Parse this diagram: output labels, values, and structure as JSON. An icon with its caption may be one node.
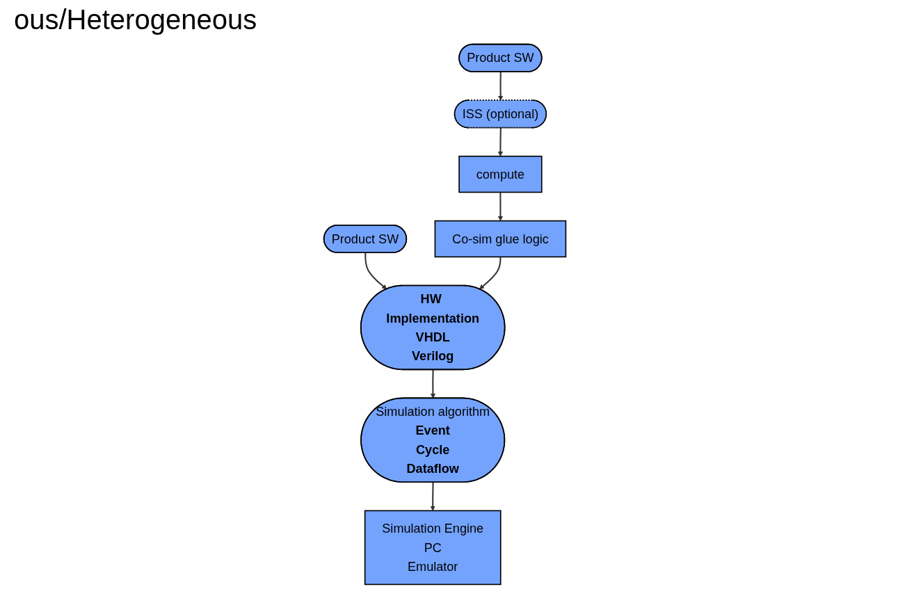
{
  "diagram": {
    "title": "ous/Heterogeneous",
    "nodes": [
      {
        "text": [
          "Product SW"
        ]
      },
      {
        "text": [
          "ISS (optional)"
        ]
      },
      {
        "text": [
          "compute"
        ]
      },
      {
        "text": [
          "Co-sim glue logic"
        ]
      },
      {
        "text": [
          "Product SW"
        ]
      },
      {
        "text": [
          "HW Implementation",
          "VHDL",
          "Verilog"
        ]
      },
      {
        "text": [
          "Simulation algorithm",
          "Event",
          "Cycle",
          "Dataflow"
        ]
      },
      {
        "text": [
          "Simulation Engine",
          "PC",
          "Emulator"
        ]
      }
    ],
    "edges": [
      {
        "from": 0,
        "to": 1,
        "arrow": "to"
      },
      {
        "from": 1,
        "to": 2,
        "arrow": "to"
      },
      {
        "from": 2,
        "to": 3,
        "arrow": "to"
      },
      {
        "from": 4,
        "to": 5,
        "arrow": "to"
      },
      {
        "from": 3,
        "to": 5,
        "arrow": "to"
      },
      {
        "from": 5,
        "to": 6,
        "arrow": "to"
      },
      {
        "from": 6,
        "to": 7,
        "arrow": "to"
      }
    ]
  }
}
